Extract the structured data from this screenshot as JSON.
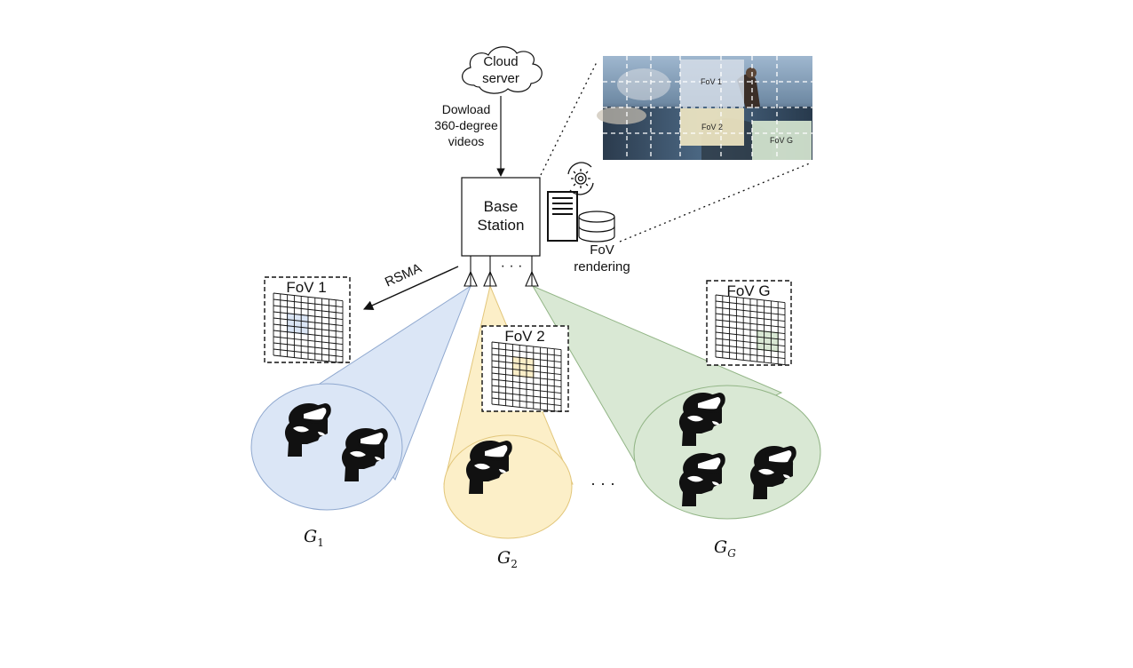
{
  "cloud": {
    "line1": "Cloud",
    "line2": "server"
  },
  "download": {
    "line1": "Dowload",
    "line2": "360-degree",
    "line3": "videos"
  },
  "base_station": {
    "line1": "Base",
    "line2": "Station"
  },
  "rendering": {
    "line1": "FoV",
    "line2": "rendering"
  },
  "rsma_label": "RSMA",
  "antenna_dots": "· · ·",
  "panorama": {
    "fov1": "FoV 1",
    "fov2": "FoV 2",
    "fovg": "FoV G"
  },
  "fov_boxes": [
    {
      "label": "FoV 1"
    },
    {
      "label": "FoV 2"
    },
    {
      "label": "FoV G"
    }
  ],
  "groups": [
    {
      "base": "G",
      "sub": "1"
    },
    {
      "base": "G",
      "sub": "2"
    },
    {
      "base": "G",
      "sub": "G"
    }
  ],
  "group_dots": "· · ·",
  "colors": {
    "group1_fill": "#dbe6f6",
    "group1_stroke": "#8fa8cf",
    "group2_fill": "#fcefc8",
    "group2_stroke": "#e2c67a",
    "groupg_fill": "#d9e8d4",
    "groupg_stroke": "#92b586"
  }
}
